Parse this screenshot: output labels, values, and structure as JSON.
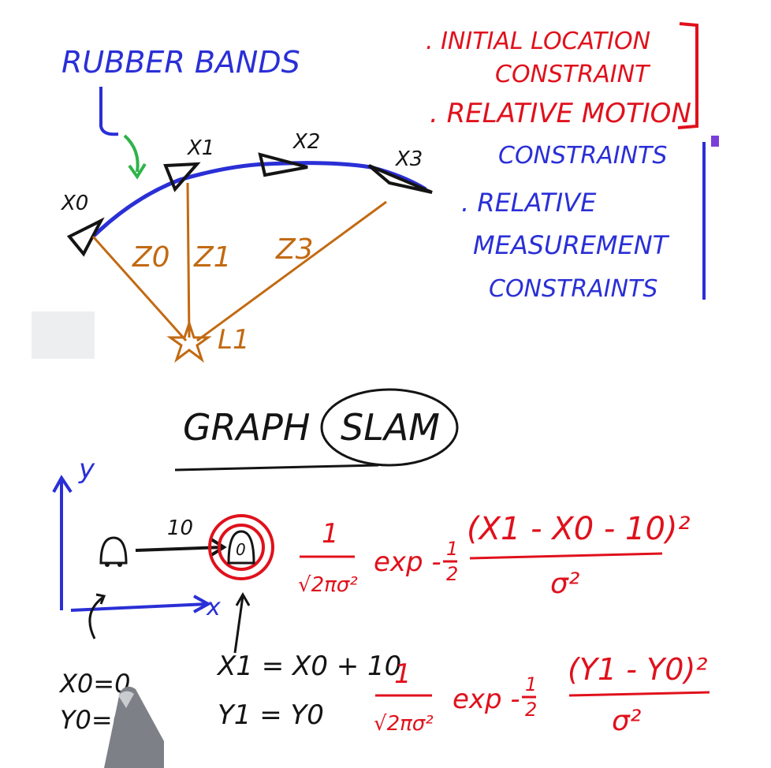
{
  "top_panel": {
    "annotation": "RUBBER BANDS",
    "constraints": {
      "initial": ". INITIAL LOCATION",
      "initial_2": "CONSTRAINT",
      "relative_motion": ". RELATIVE MOTION",
      "relative_motion_2": "CONSTRAINTS",
      "relative_measurement": ". RELATIVE",
      "relative_measurement_2": "MEASUREMENT",
      "relative_measurement_3": "CONSTRAINTS"
    },
    "poses": [
      "X0",
      "X1",
      "X2",
      "X3"
    ],
    "measurements": [
      "Z0",
      "Z1",
      "Z3"
    ],
    "landmark": "L1"
  },
  "bottom_panel": {
    "title_left": "GRAPH",
    "title_right": "SLAM",
    "axis_y": "y",
    "axis_x": "x",
    "motion_value": "10",
    "node_marker": "0",
    "init_x": "X0=0",
    "init_y": "Y0=0",
    "eq_x": "X1 = X0 + 10",
    "eq_y": "Y1 = Y0",
    "formula_1": {
      "num": "1",
      "den": "√2πσ²",
      "exp": "exp -",
      "half_num": "1",
      "half_den": "2",
      "numerator": "(X1 - X0 - 10)²",
      "denominator": "σ²"
    },
    "formula_2": {
      "num": "1",
      "den": "√2πσ²",
      "exp": "exp -",
      "half_num": "1",
      "half_den": "2",
      "numerator": "(Y1 - Y0)²",
      "denominator": "σ²"
    }
  },
  "colors": {
    "blue_ink": "#2a2fd6",
    "red_ink": "#e0111c",
    "black_ink": "#141414",
    "brown_ink": "#c26a12",
    "green_arrow": "#2fb34a"
  }
}
